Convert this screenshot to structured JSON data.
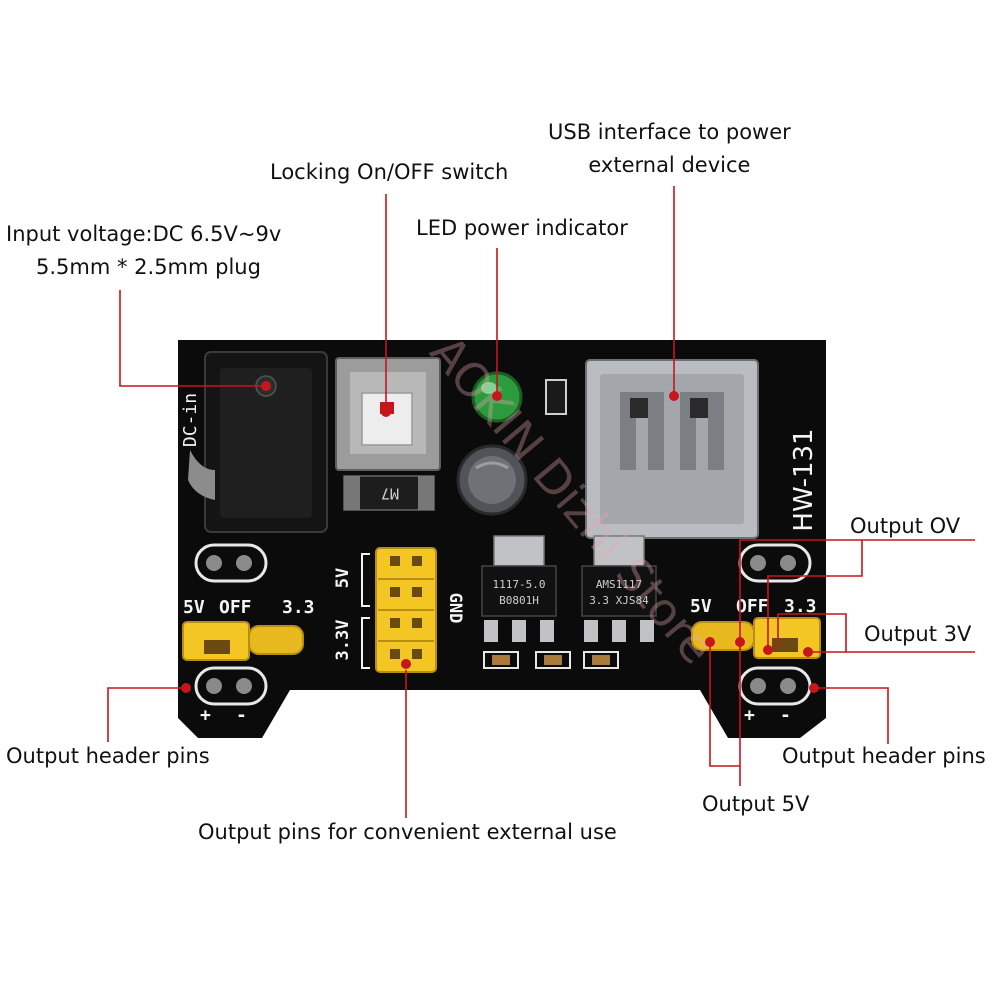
{
  "colors": {
    "board": "#0b0b0b",
    "silkscreen": "#f4f4f4",
    "leader": "#c4161c",
    "jumper": "#f3c623",
    "header_pin": "#e8e8e8",
    "metal": "#b9bcc0"
  },
  "callouts": {
    "input_voltage": {
      "line1": "Input voltage:DC 6.5V~9v",
      "line2": "5.5mm * 2.5mm plug"
    },
    "switch": "Locking On/OFF switch",
    "led": "LED power indicator",
    "usb": {
      "line1": "USB interface to power",
      "line2": "external device"
    },
    "output_0v": "Output OV",
    "output_3v": "Output 3V",
    "output_header_left": "Output header pins",
    "output_header_right": "Output header pins",
    "output_5v": "Output 5V",
    "output_pins_center": "Output pins for convenient external use"
  },
  "silkscreen": {
    "dc_in": "DC-in",
    "model": "HW-131",
    "left_5v": "5V",
    "left_off": "OFF",
    "left_33": "3.3",
    "right_5v": "5V",
    "right_off": "OFF",
    "right_33": "3.3",
    "center_5v": "5V",
    "center_33v": "3.3V",
    "gnd": "GND",
    "plus_left": "+",
    "minus_left": "-",
    "plus_right": "+",
    "minus_right": "-",
    "diode": "M7",
    "regulator_left_line1": "1117-5.0",
    "regulator_left_line2": "B0801H",
    "regulator_right_line1": "AMS1117",
    "regulator_right_line2": "3.3 XJS84"
  },
  "watermark": "AOKIN Dizhi Store"
}
